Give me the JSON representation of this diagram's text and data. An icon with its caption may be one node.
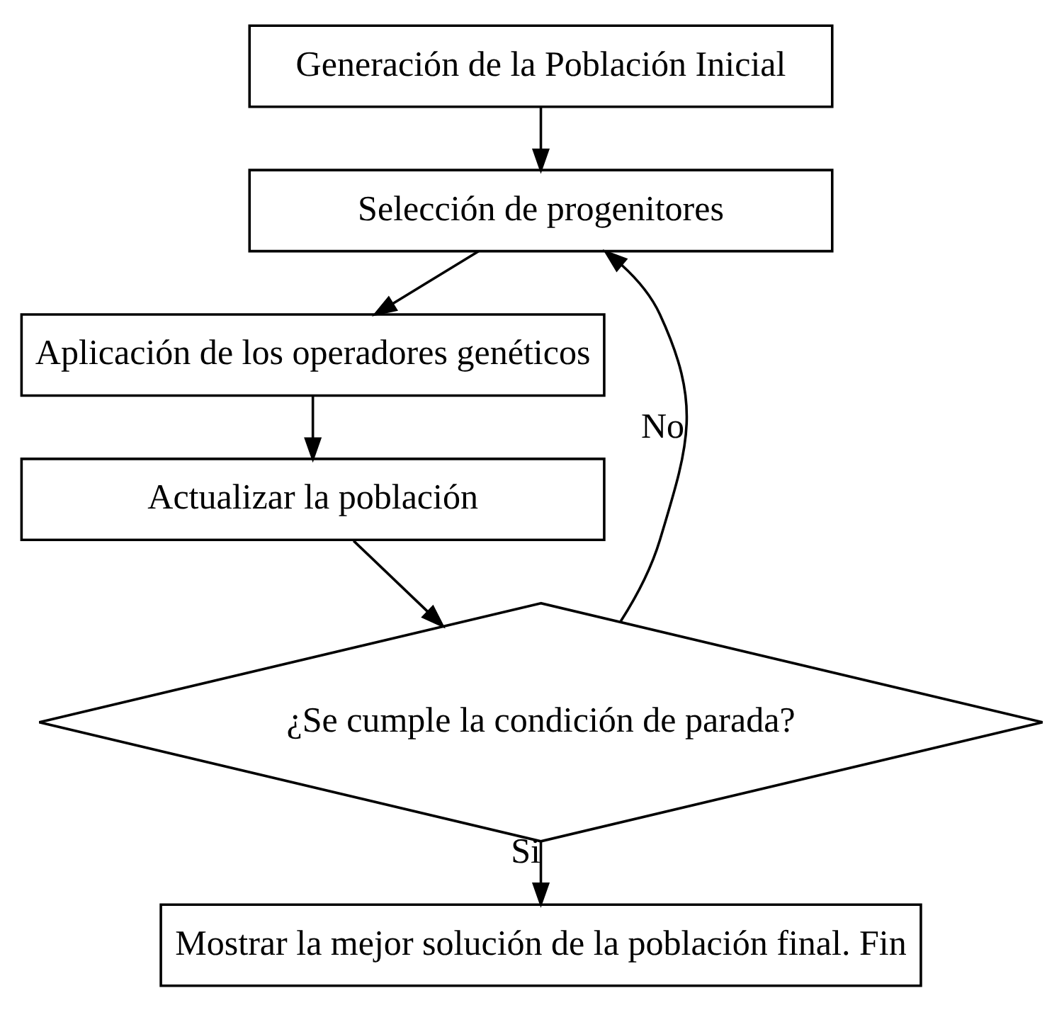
{
  "diagram": {
    "nodes": [
      {
        "text": [
          "Generación de la Población Inicial"
        ]
      },
      {
        "text": [
          "Selección de progenitores"
        ]
      },
      {
        "text": [
          "Aplicación de los operadores genéticos"
        ]
      },
      {
        "text": [
          "Actualizar la población"
        ]
      },
      {
        "text": [
          "¿Se cumple la condición de parada?"
        ]
      },
      {
        "text": [
          "Mostrar la mejor solución de la población final. Fin"
        ]
      }
    ],
    "edges": [
      {
        "from": 0,
        "to": 1,
        "arrow": "to"
      },
      {
        "from": 1,
        "to": 2,
        "arrow": "to"
      },
      {
        "from": 2,
        "to": 3,
        "arrow": "to"
      },
      {
        "from": 3,
        "to": 4,
        "arrow": "to"
      },
      {
        "from": 4,
        "to": 1,
        "arrow": "to",
        "label": "No"
      },
      {
        "from": 4,
        "to": 5,
        "arrow": "to",
        "label": "Si"
      }
    ]
  }
}
